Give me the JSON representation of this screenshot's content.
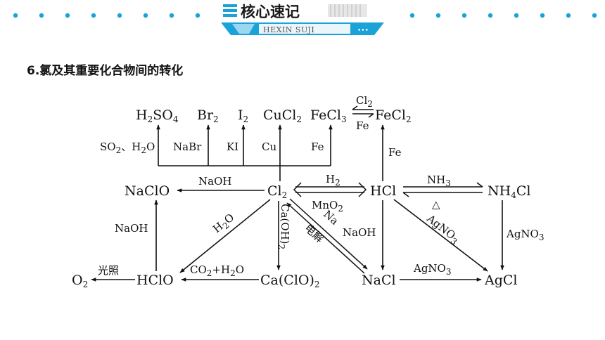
{
  "banner": {
    "title": "核心速记",
    "subtitle": "HEXIN SUJI",
    "accent_color": "#1aa3d9",
    "icon": "list-icon"
  },
  "heading": "6.氯及其重要化合物间的转化",
  "species": {
    "h2so4": [
      [
        "H",
        "n"
      ],
      [
        "2",
        "s"
      ],
      [
        "SO",
        "n"
      ],
      [
        "4",
        "s"
      ]
    ],
    "br2": [
      [
        "Br",
        "n"
      ],
      [
        "2",
        "s"
      ]
    ],
    "i2": [
      [
        "I",
        "n"
      ],
      [
        "2",
        "s"
      ]
    ],
    "cucl2": [
      [
        "CuCl",
        "n"
      ],
      [
        "2",
        "s"
      ]
    ],
    "fecl3": [
      [
        "FeCl",
        "n"
      ],
      [
        "3",
        "s"
      ]
    ],
    "fecl2": [
      [
        "FeCl",
        "n"
      ],
      [
        "2",
        "s"
      ]
    ],
    "naclo": [
      [
        "NaClO",
        "n"
      ]
    ],
    "cl2": [
      [
        "Cl",
        "n"
      ],
      [
        "2",
        "s"
      ]
    ],
    "hcl": [
      [
        "HCl",
        "n"
      ]
    ],
    "nh4cl": [
      [
        "NH",
        "n"
      ],
      [
        "4",
        "s"
      ],
      [
        "Cl",
        "n"
      ]
    ],
    "o2": [
      [
        "O",
        "n"
      ],
      [
        "2",
        "s"
      ]
    ],
    "hclo": [
      [
        "HClO",
        "n"
      ]
    ],
    "caclo2": [
      [
        "Ca(ClO)",
        "n"
      ],
      [
        "2",
        "s"
      ]
    ],
    "nacl": [
      [
        "NaCl",
        "n"
      ]
    ],
    "agcl": [
      [
        "AgCl",
        "n"
      ]
    ]
  },
  "labels": {
    "so2_h2o": [
      [
        "SO",
        "n"
      ],
      [
        "2",
        "s"
      ],
      [
        "、H",
        "n"
      ],
      [
        "2",
        "s"
      ],
      [
        "O",
        "n"
      ]
    ],
    "nabr": [
      [
        "NaBr",
        "n"
      ]
    ],
    "ki": [
      [
        "KI",
        "n"
      ]
    ],
    "cu": [
      [
        "Cu",
        "n"
      ]
    ],
    "fe_left": [
      [
        "Fe",
        "n"
      ]
    ],
    "cl2_top": [
      [
        "Cl",
        "n"
      ],
      [
        "2",
        "s"
      ]
    ],
    "fe_under": [
      [
        "Fe",
        "n"
      ]
    ],
    "fe_right": [
      [
        "Fe",
        "n"
      ]
    ],
    "naoh_top": [
      [
        "NaOH",
        "n"
      ]
    ],
    "h2": [
      [
        "H",
        "n"
      ],
      [
        "2",
        "s"
      ]
    ],
    "mno2": [
      [
        "MnO",
        "n"
      ],
      [
        "2",
        "s"
      ]
    ],
    "nh3": [
      [
        "NH",
        "n"
      ],
      [
        "3",
        "s"
      ]
    ],
    "heat": [
      [
        "△",
        "n"
      ]
    ],
    "naoh_left": [
      [
        "NaOH",
        "n"
      ]
    ],
    "h2o_diag": [
      [
        "H",
        "n"
      ],
      [
        "2",
        "s"
      ],
      [
        "O",
        "n"
      ]
    ],
    "caoh2": [
      [
        "Ca(OH)",
        "n"
      ],
      [
        "2",
        "s"
      ]
    ],
    "na": [
      [
        "Na",
        "n"
      ]
    ],
    "electrolysis": [
      [
        "电解",
        "n"
      ]
    ],
    "naoh_mid": [
      [
        "NaOH",
        "n"
      ]
    ],
    "agno3_diag": [
      [
        "AgNO",
        "n"
      ],
      [
        "3",
        "s"
      ]
    ],
    "agno3_right": [
      [
        "AgNO",
        "n"
      ],
      [
        "3",
        "s"
      ]
    ],
    "light": [
      [
        "光照",
        "n"
      ]
    ],
    "co2_h2o": [
      [
        "CO",
        "n"
      ],
      [
        "2",
        "s"
      ],
      [
        "+H",
        "n"
      ],
      [
        "2",
        "s"
      ],
      [
        "O",
        "n"
      ]
    ],
    "agno3_bottom": [
      [
        "AgNO",
        "n"
      ],
      [
        "3",
        "s"
      ]
    ]
  }
}
